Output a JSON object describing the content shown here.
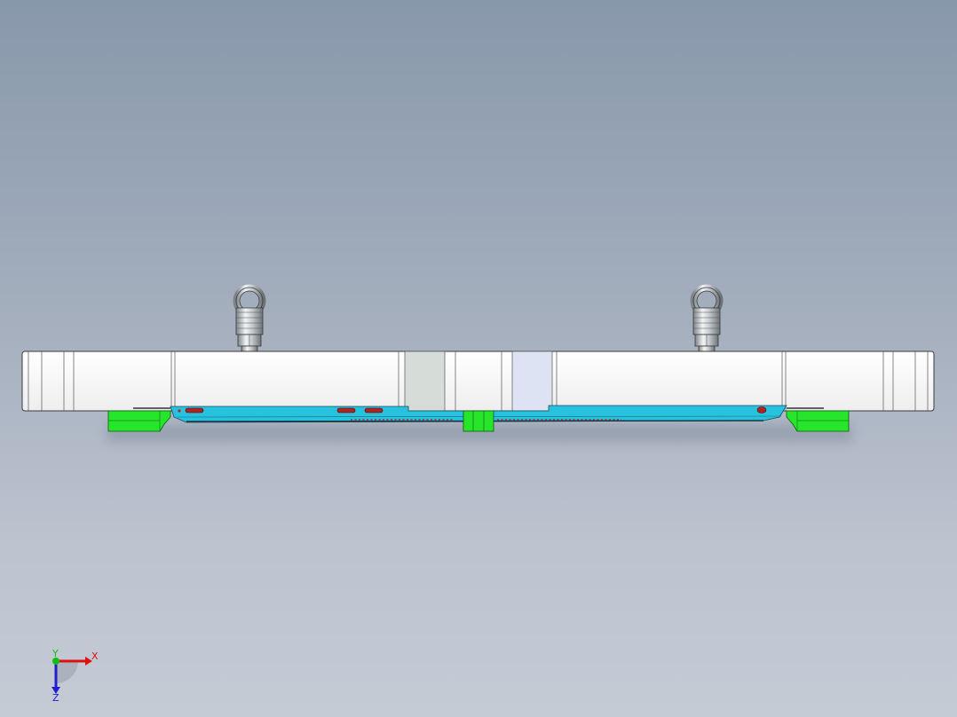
{
  "viewport": {
    "background_top": "#8898ab",
    "background_bottom": "#c5cbd5"
  },
  "colors": {
    "plate": "#fbfbfb",
    "plate_edge": "#3a3a3a",
    "insert_gray": "#d6ddd8",
    "insert_blue": "#dde3f3",
    "strip_cyan": "#27c3de",
    "clamp_green": "#27e52b",
    "slot_red": "#b02323",
    "axis_x": "#e01010",
    "axis_y": "#10c010",
    "axis_z": "#2020d0"
  },
  "model": {
    "eyebolts": [
      {
        "name": "left",
        "icon": "eyebolt-icon"
      },
      {
        "name": "right",
        "icon": "eyebolt-icon"
      }
    ],
    "clamps": [
      "left",
      "center",
      "right"
    ]
  },
  "triad": {
    "x_label": "X",
    "y_label": "Y",
    "z_label": "Z"
  }
}
